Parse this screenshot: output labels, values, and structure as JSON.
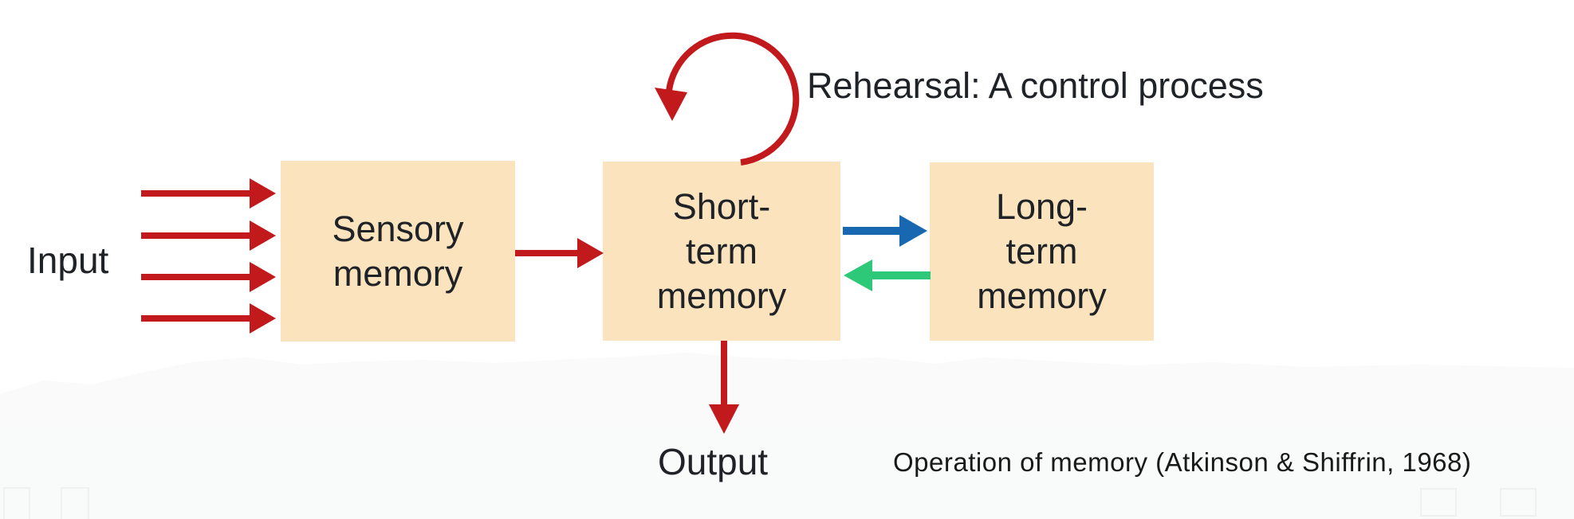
{
  "diagram": {
    "labels": {
      "input": "Input",
      "output": "Output",
      "rehearsal": "Rehearsal: A control process",
      "caption": "Operation of memory (Atkinson & Shiffrin, 1968)"
    },
    "nodes": {
      "sensory": {
        "lines": [
          "Sensory",
          "memory"
        ]
      },
      "short_term": {
        "lines": [
          "Short-",
          "term",
          "memory"
        ]
      },
      "long_term": {
        "lines": [
          "Long-",
          "term",
          "memory"
        ]
      }
    },
    "edges": [
      {
        "from": "input",
        "to": "sensory",
        "style": "red-arrow",
        "count": 4
      },
      {
        "from": "sensory",
        "to": "short_term",
        "style": "red-arrow"
      },
      {
        "from": "short_term",
        "to": "long_term",
        "style": "blue-arrow"
      },
      {
        "from": "long_term",
        "to": "short_term",
        "style": "green-arrow"
      },
      {
        "from": "short_term",
        "to": "short_term",
        "style": "red-loop",
        "label": "Rehearsal: A control process"
      },
      {
        "from": "short_term",
        "to": "output",
        "style": "red-arrow"
      }
    ],
    "colors": {
      "box_fill": "#FAE3BD",
      "arrow_red": "#C2191D",
      "arrow_blue": "#1767B1",
      "arrow_green": "#2DC878",
      "text": "#1F2226",
      "caption_text": "#191919"
    }
  }
}
